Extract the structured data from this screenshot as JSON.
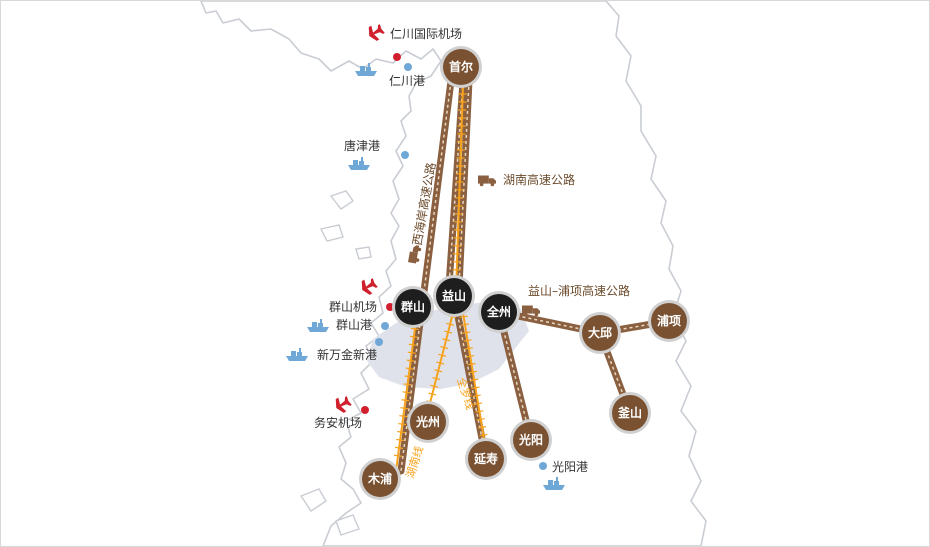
{
  "colors": {
    "land_outline": "#c9cdd3",
    "region_fill": "#dfe2ea",
    "highway": "#8a6040",
    "highway_dash": "#e9d7c0",
    "railway": "#f6a21e",
    "city_brown": "#7a5232",
    "city_dark": "#1e1e1e",
    "city_ring": "#d0d0d0",
    "airport_icon": "#d0202e",
    "airport_dot": "#d0202e",
    "port_dot": "#6fa8d6",
    "ship_icon": "#6fa8d6",
    "truck_icon": "#8a6040"
  },
  "cities": [
    {
      "id": "seoul",
      "label": "首尔",
      "style": "brown"
    },
    {
      "id": "gunsan",
      "label": "群山",
      "style": "dark"
    },
    {
      "id": "iksan",
      "label": "益山",
      "style": "dark"
    },
    {
      "id": "jeonju",
      "label": "全州",
      "style": "dark"
    },
    {
      "id": "daegu",
      "label": "大邱",
      "style": "brown"
    },
    {
      "id": "pohang",
      "label": "浦项",
      "style": "brown"
    },
    {
      "id": "busan",
      "label": "釜山",
      "style": "brown"
    },
    {
      "id": "gwangju",
      "label": "光州",
      "style": "brown"
    },
    {
      "id": "gwangyang",
      "label": "光阳",
      "style": "brown"
    },
    {
      "id": "yeonsu",
      "label": "延寿",
      "style": "brown"
    },
    {
      "id": "mokpo",
      "label": "木浦",
      "style": "brown"
    }
  ],
  "airports": [
    {
      "id": "incheon-airport",
      "label": "仁川国际机场"
    },
    {
      "id": "gunsan-airport",
      "label": "群山机场"
    },
    {
      "id": "muan-airport",
      "label": "务安机场"
    }
  ],
  "ports": [
    {
      "id": "incheon-port",
      "label": "仁川港"
    },
    {
      "id": "dangjin-port",
      "label": "唐津港"
    },
    {
      "id": "gunsan-port",
      "label": "群山港"
    },
    {
      "id": "saemangeum-port",
      "label": "新万金新港"
    },
    {
      "id": "gwangyang-port",
      "label": "光阳港"
    }
  ],
  "highways": [
    {
      "id": "west-coast",
      "label": "西海岸高速公路"
    },
    {
      "id": "honam",
      "label": "湖南高速公路"
    },
    {
      "id": "iksan-pohang",
      "label": "益山–浦项高速公路"
    }
  ],
  "railways": [
    {
      "id": "jeolla-line",
      "label": "全罗线"
    },
    {
      "id": "honam-line",
      "label": "湖南线"
    }
  ]
}
